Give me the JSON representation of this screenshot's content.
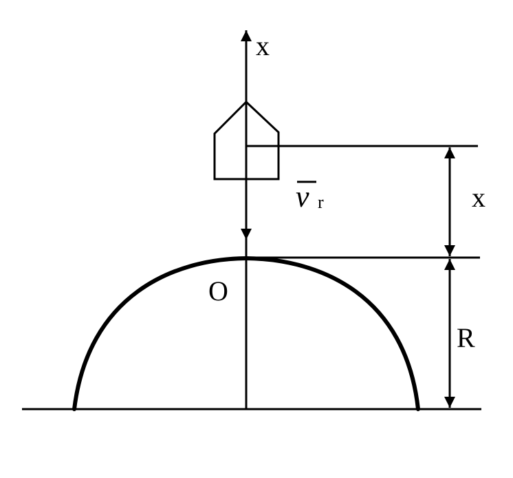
{
  "labels": {
    "axis_label": "x",
    "origin": "O",
    "velocity_symbol": "v",
    "velocity_subscript": "r",
    "distance_label": "x",
    "radius_label": "R"
  },
  "colors": {
    "ink": "#000000",
    "background": "#ffffff"
  }
}
